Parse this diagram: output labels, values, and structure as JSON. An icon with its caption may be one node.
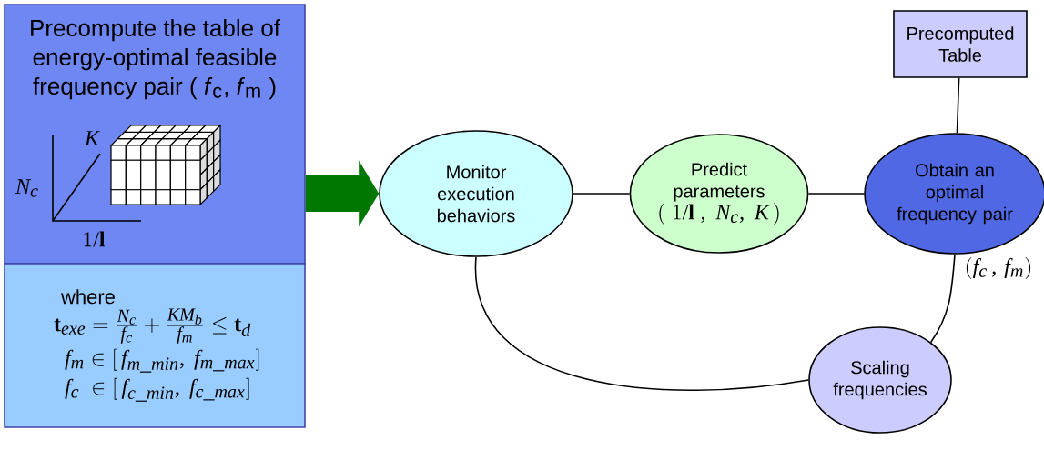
{
  "diagram": {
    "nodes": [
      {
        "text": [
          "Precompute the table of energy-optimal feasible frequency pair ( *f*$_{c}$, *f*$_{m}$ )"
        ]
      },
      {
        "text": [
          "where",
          "\\mathbf{t}_{exe}=\\frac{N_{c}}{f_{c}}+\\frac{KM_{b}}{f_{m}}\\le\\mathbf{t}_{d}",
          "f_{m}\\in\\mathbf{[}\\,f_{m\\_min},\\ f_{m\\_max}\\mathbf{]}",
          "f_{c}\\ \\in\\mathbf{[}\\,f_{c\\_min},\\ f_{c\\_max}\\mathbf{]}"
        ]
      },
      {
        "text": [
          "Monitor execution behaviors"
        ]
      },
      {
        "text": [
          "Predict parameters",
          "(\\ 1/\\mathbf{l}\\ ,\\ N_{c},\\ K\\,)"
        ]
      },
      {
        "text": [
          "Obtain an optimal frequency pair"
        ]
      },
      {
        "text": [
          "Precomputed Table"
        ]
      },
      {
        "text": [
          "Scaling frequencies"
        ]
      }
    ],
    "edges": [
      {
        "from": 0,
        "to": 2,
        "arrow": "to",
        "style": "thick",
        "color": "#007700"
      },
      {
        "from": 2,
        "to": 3,
        "arrow": "none"
      },
      {
        "from": 3,
        "to": 4,
        "arrow": "none"
      },
      {
        "from": 5,
        "to": 4,
        "arrow": "none"
      },
      {
        "from": 4,
        "to": 6,
        "arrow": "none",
        "label": "(f_{c}\\,,\\,f_{m})"
      },
      {
        "from": 6,
        "to": 2,
        "arrow": "none"
      }
    ],
    "labels": [
      "K",
      "N_{c}",
      "1/\\mathbf{l}"
    ]
  }
}
